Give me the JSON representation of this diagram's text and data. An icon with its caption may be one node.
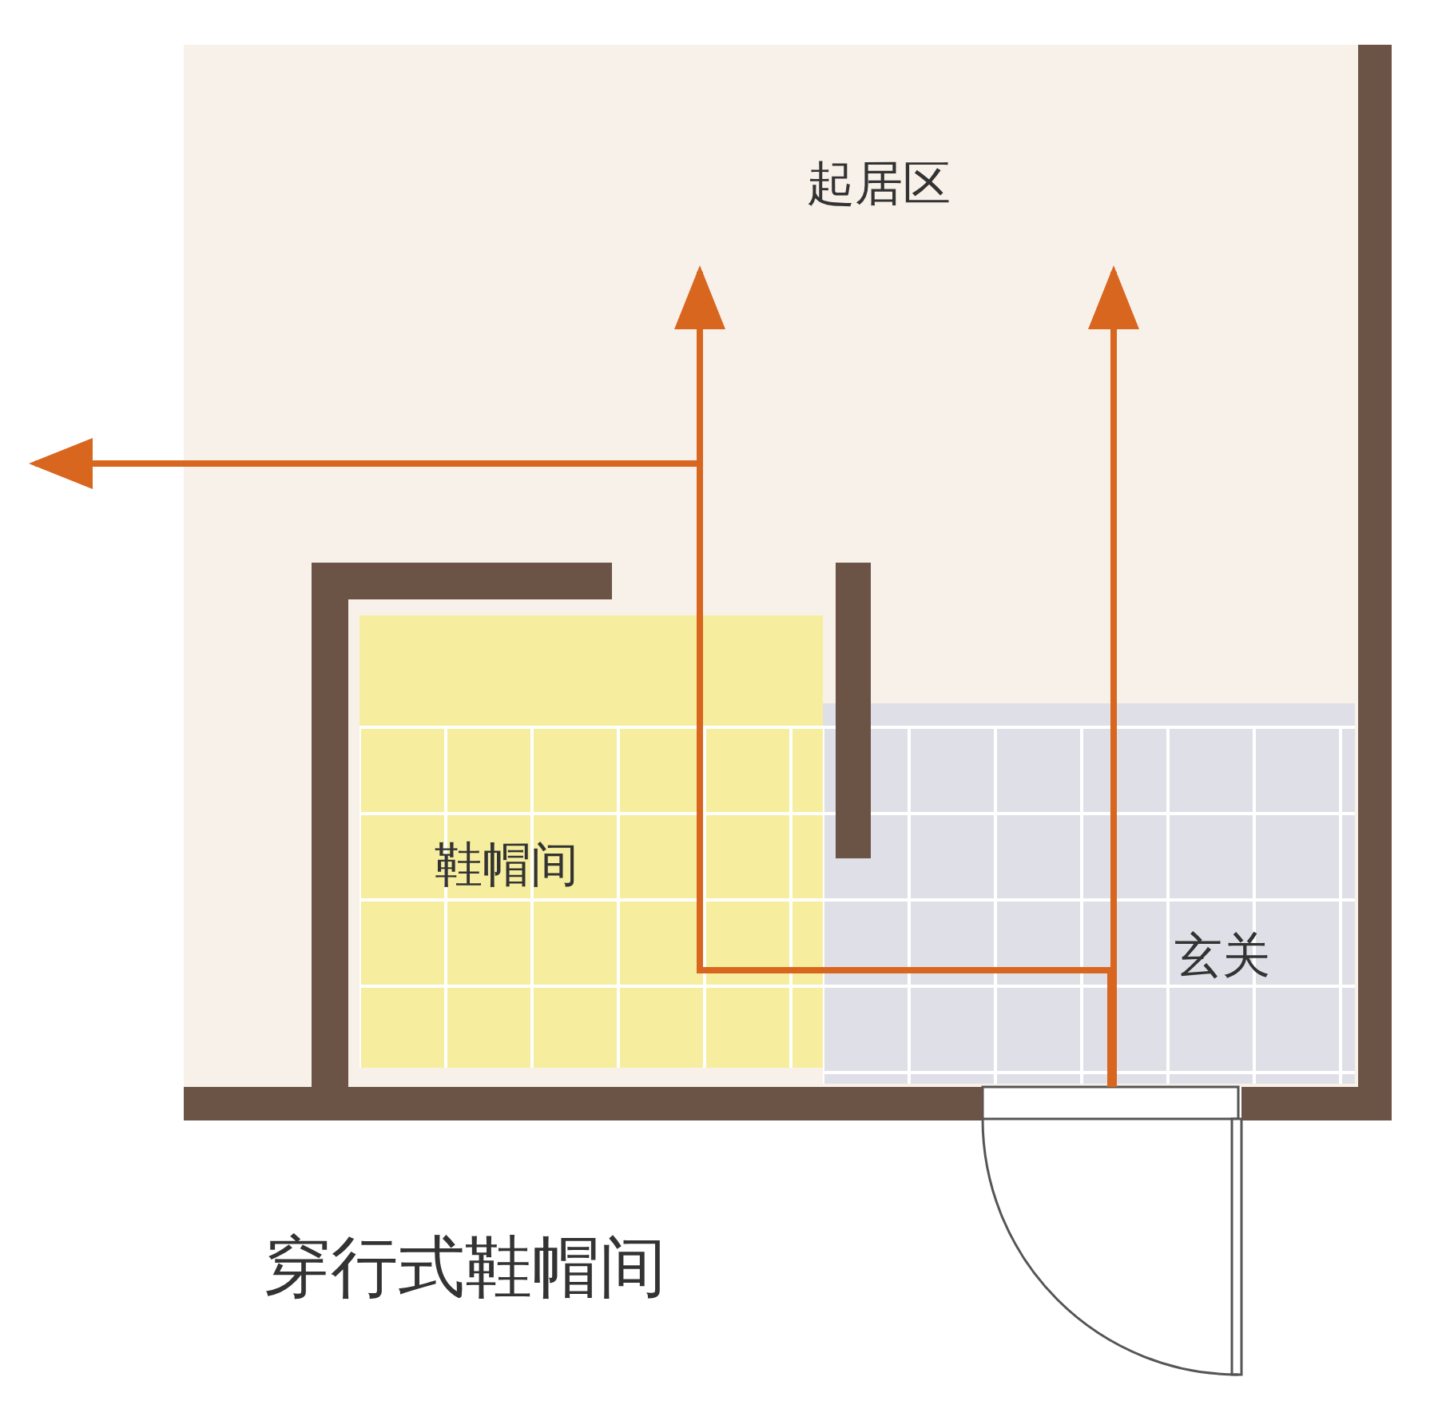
{
  "diagram": {
    "caption": "穿行式鞋帽间",
    "nodes": [
      {
        "text": [
          "起居区"
        ]
      },
      {
        "text": [
          "鞋帽间"
        ],
        "in": 0
      },
      {
        "text": [
          "玄关"
        ],
        "in": 0
      },
      {
        "text": [],
        "shape": "door"
      }
    ],
    "edges": [
      {
        "from": 3,
        "to": null,
        "arrow": "to"
      },
      {
        "from": 3,
        "to": null,
        "arrow": "to"
      },
      {
        "from": 3,
        "to": null,
        "arrow": "to"
      }
    ]
  }
}
